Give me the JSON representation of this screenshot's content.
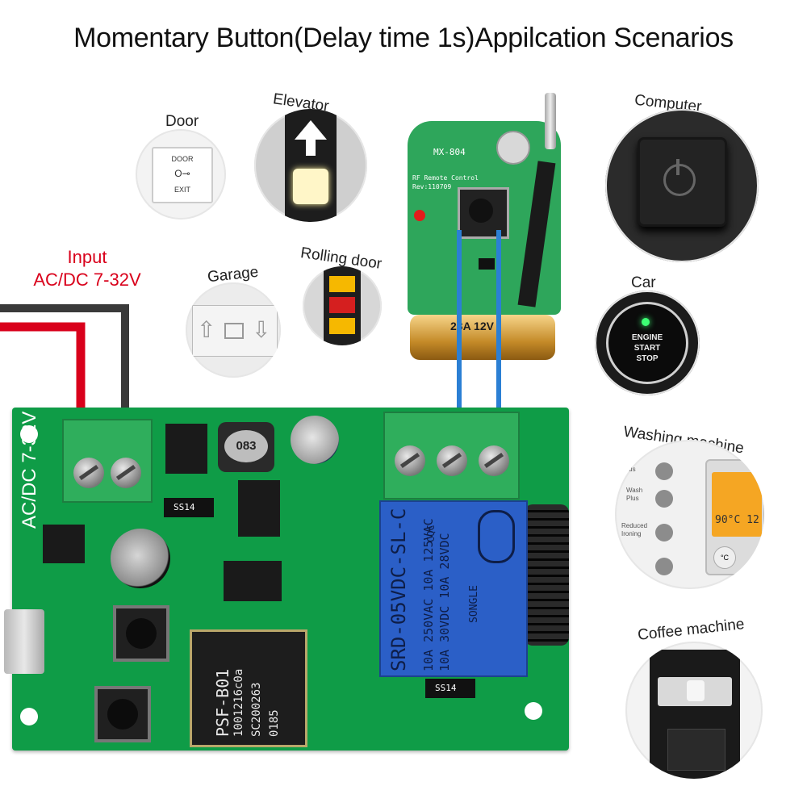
{
  "title": "Momentary Button(Delay time 1s)Appilcation Scenarios",
  "input_label": {
    "line1": "Input",
    "line2": "AC/DC 7-32V"
  },
  "scenarios": [
    {
      "label": "Door",
      "icon": "door-exit-button-icon"
    },
    {
      "label": "Elevator",
      "icon": "elevator-up-button-icon"
    },
    {
      "label": "Garage",
      "icon": "garage-remote-icon"
    },
    {
      "label": "Rolling door",
      "icon": "rolling-door-remote-icon"
    },
    {
      "label": "Computer",
      "icon": "power-button-icon"
    },
    {
      "label": "Car",
      "icon": "engine-start-button-icon"
    },
    {
      "label": "Washing machine",
      "icon": "washing-machine-panel-icon"
    },
    {
      "label": "Coffee machine",
      "icon": "coffee-machine-icon"
    }
  ],
  "door_button": {
    "top": "DOOR",
    "bottom": "EXIT"
  },
  "washing_panel": {
    "items": [
      "Plus",
      "Wash",
      "Plus",
      "Reduced",
      "Ironing"
    ],
    "display": "90°C 12"
  },
  "car_button": {
    "line1": "ENGINE",
    "line2": "START",
    "line3": "STOP"
  },
  "remote": {
    "model": "MX-804",
    "text1": "RF Remote Control",
    "text2": "Rev:110709",
    "battery": "23A 12V"
  },
  "pcb": {
    "silk_left": "AC/DC 7-32V",
    "inductor": "083",
    "diode": "SS14",
    "diode2": "SS14",
    "module_lines": [
      "PSF-B01",
      "1001216c0a",
      "SC200263",
      "0185"
    ]
  },
  "relay": {
    "lines": [
      "10A 250VAC 10A 125VAC",
      "10A 30VDC 10A 28VDC",
      "SRD-05VDC-SL-C"
    ],
    "brand": "SONGLE",
    "cqc": "CQC"
  },
  "colors": {
    "pcb": "#0f9c47",
    "relay": "#2b5fc7",
    "wire_red": "#d9001b",
    "wire_blue": "#2b7fd4",
    "label_red": "#d9001b"
  }
}
